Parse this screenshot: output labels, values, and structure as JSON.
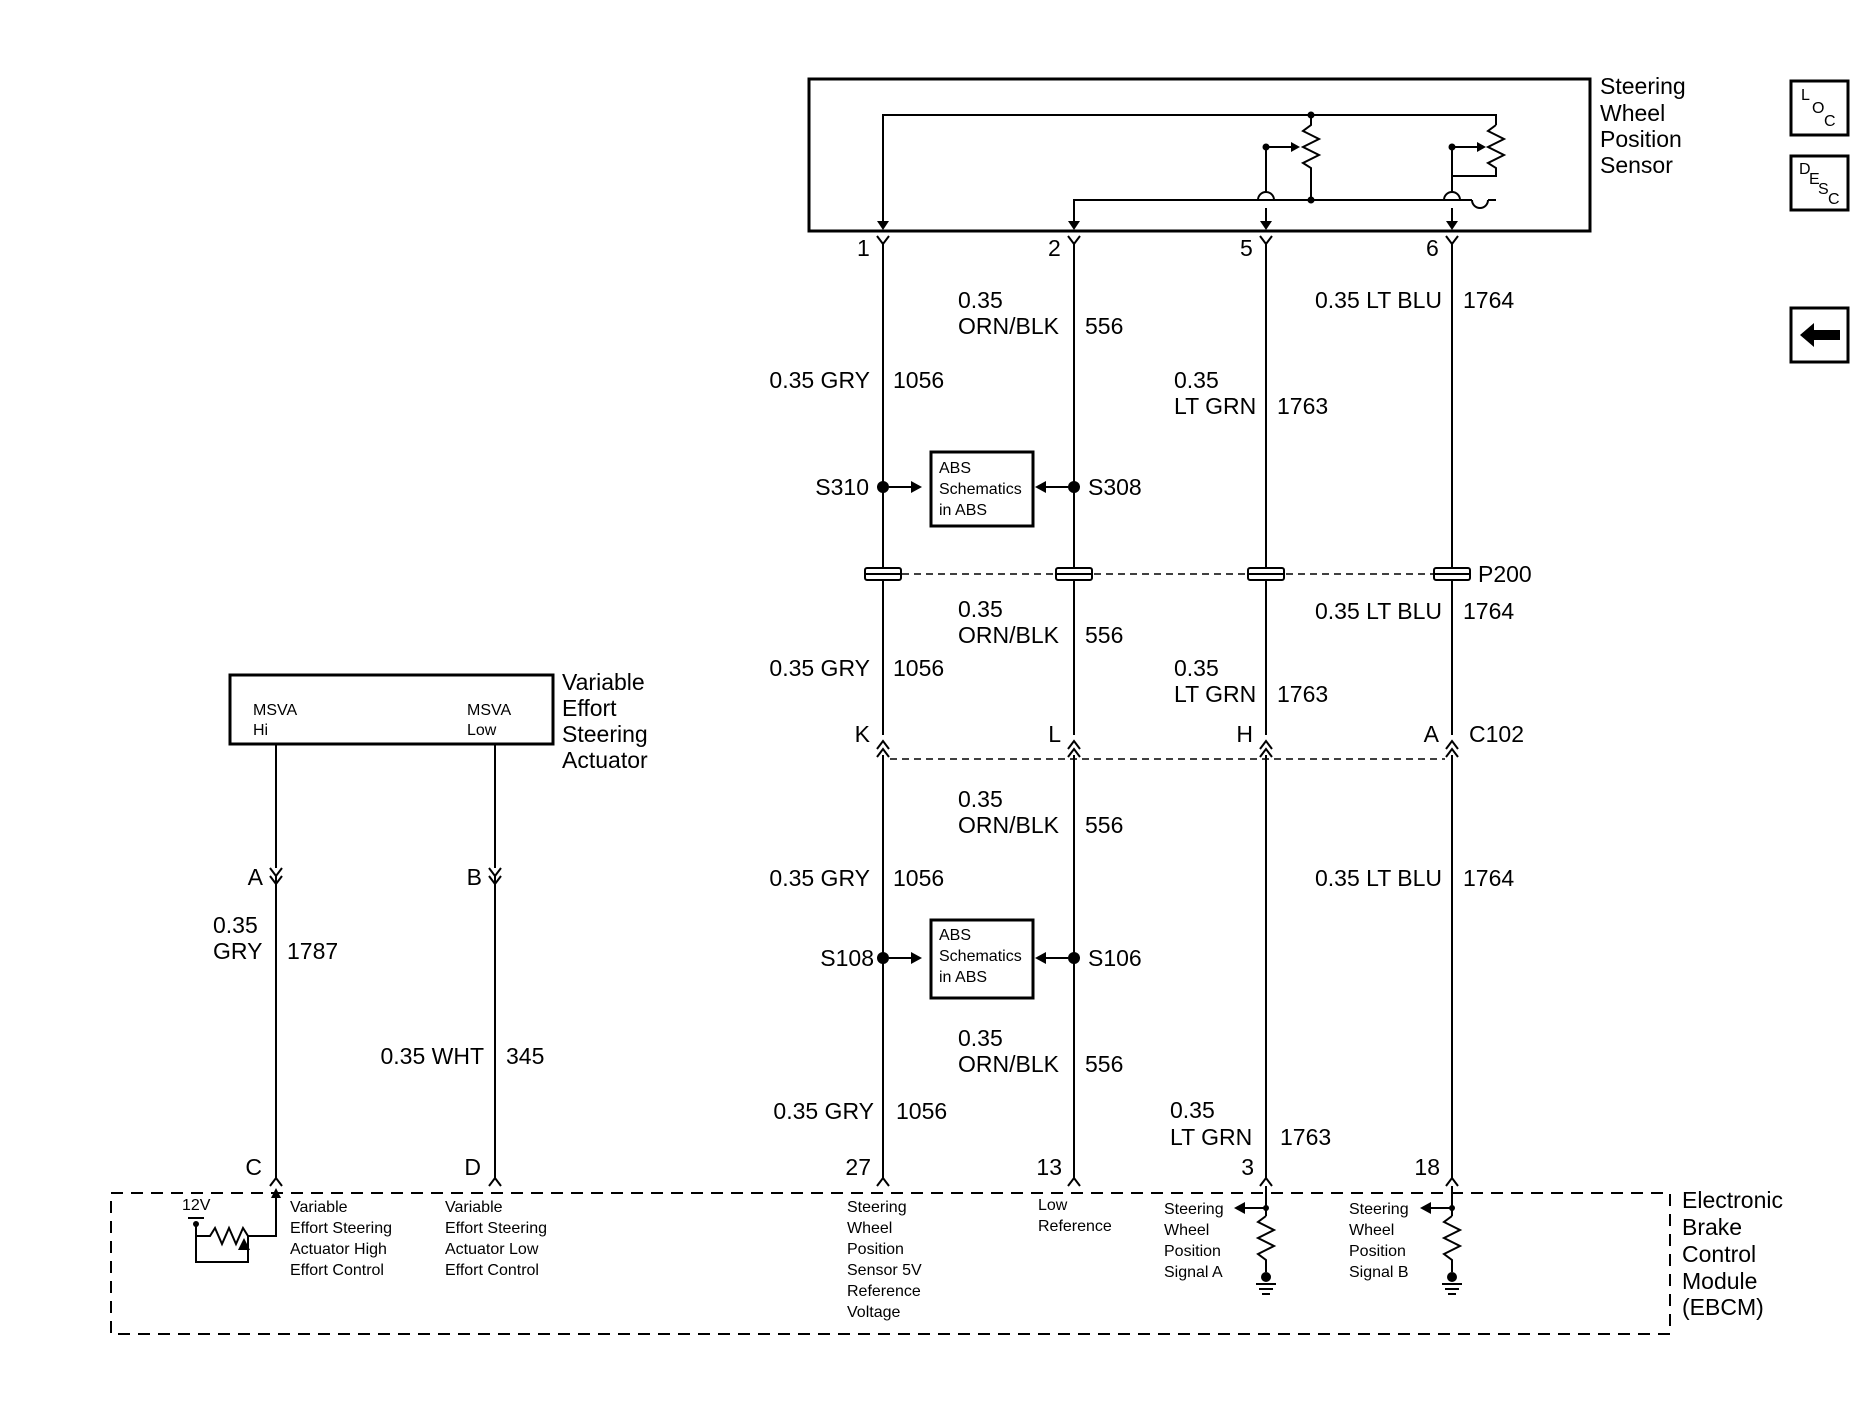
{
  "components": {
    "sensor": {
      "name_lines": [
        "Steering",
        "Wheel",
        "Position",
        "Sensor"
      ]
    },
    "actuator": {
      "name_lines": [
        "Variable",
        "Effort",
        "Steering",
        "Actuator"
      ],
      "pin_hi": [
        "MSVA",
        "Hi"
      ],
      "pin_low": [
        "MSVA",
        "Low"
      ]
    },
    "ebcm": {
      "name_lines": [
        "Electronic",
        "Brake",
        "Control",
        "Module",
        "(EBCM)"
      ]
    },
    "abs_box_1": [
      "ABS",
      "Schematics",
      "in ABS"
    ],
    "abs_box_2": [
      "ABS",
      "Schematics",
      "in ABS"
    ]
  },
  "nav": {
    "loc_icon": "loc-icon",
    "desc_icon": "desc-icon",
    "back_icon": "back-arrow-icon"
  },
  "sensor_pins": [
    "1",
    "2",
    "5",
    "6"
  ],
  "connectors": {
    "p200": "P200",
    "c102": "C102"
  },
  "c102_pins": [
    "K",
    "L",
    "H",
    "A"
  ],
  "actuator_pins": [
    "A",
    "B"
  ],
  "ebcm_pins": [
    "C",
    "D",
    "27",
    "13",
    "3",
    "18"
  ],
  "splices": {
    "s310": "S310",
    "s308": "S308",
    "s108": "S108",
    "s106": "S106"
  },
  "wire_labels": {
    "gry_1": [
      "0.35 GRY",
      "1056"
    ],
    "orn_1": [
      "0.35",
      "ORN/BLK",
      "556"
    ],
    "ltgrn_1": [
      "0.35",
      "LT GRN",
      "1763"
    ],
    "ltblu_1": [
      "0.35 LT BLU",
      "1764"
    ],
    "gry_2": [
      "0.35 GRY",
      "1056"
    ],
    "orn_2": [
      "0.35",
      "ORN/BLK",
      "556"
    ],
    "ltgrn_2": [
      "0.35",
      "LT GRN",
      "1763"
    ],
    "ltblu_2": [
      "0.35 LT BLU",
      "1764"
    ],
    "gry_3": [
      "0.35 GRY",
      "1056"
    ],
    "orn_3": [
      "0.35",
      "ORN/BLK",
      "556"
    ],
    "ltblu_3": [
      "0.35 LT BLU",
      "1764"
    ],
    "orn_4": [
      "0.35",
      "ORN/BLK",
      "556"
    ],
    "gry_4": [
      "0.35 GRY",
      "1056"
    ],
    "ltgrn_3": [
      "0.35",
      "LT GRN",
      "1763"
    ],
    "gry_1787": [
      "0.35",
      "GRY",
      "1787"
    ],
    "wht_345": [
      "0.35 WHT",
      "345"
    ]
  },
  "ebcm_functions": {
    "hi_effort": [
      "Variable",
      "Effort Steering",
      "Actuator High",
      "Effort Control"
    ],
    "low_effort": [
      "Variable",
      "Effort Steering",
      "Actuator Low",
      "Effort Control"
    ],
    "ref_5v": [
      "Steering",
      "Wheel",
      "Position",
      "Sensor 5V",
      "Reference",
      "Voltage"
    ],
    "low_ref": [
      "Low",
      "Reference"
    ],
    "signal_a": [
      "Steering",
      "Wheel",
      "Position",
      "Signal A"
    ],
    "signal_b": [
      "Steering",
      "Wheel",
      "Position",
      "Signal B"
    ],
    "supply": "12V"
  }
}
